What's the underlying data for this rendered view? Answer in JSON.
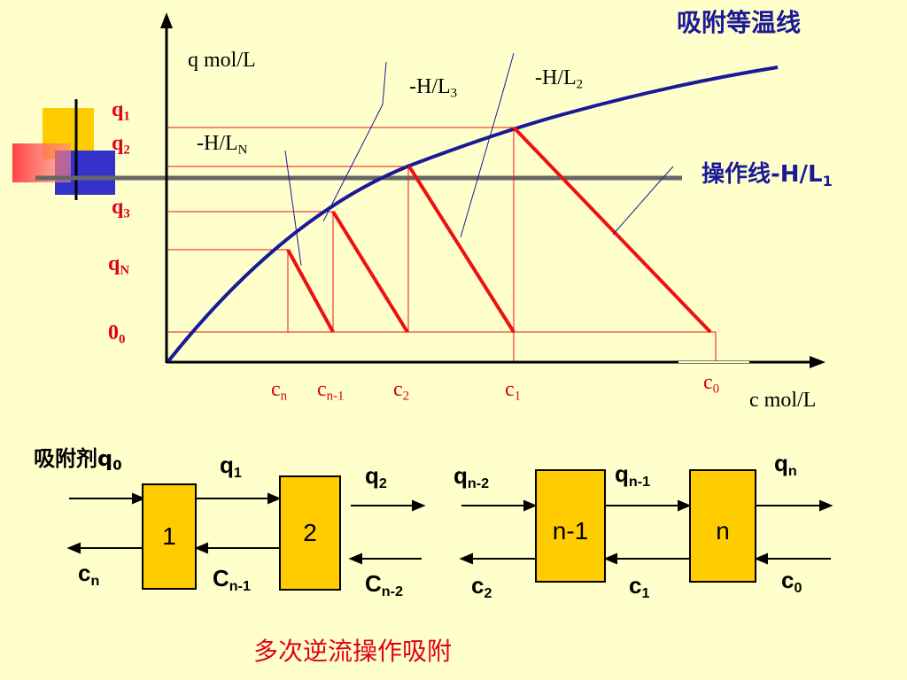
{
  "graph": {
    "title": "吸附等温线",
    "y_axis_label": "q mol/L",
    "x_axis_label": "c mol/L",
    "operating_line_label": {
      "main": "操作线-H/L",
      "sub": "1"
    },
    "slope_labels": [
      {
        "id": "l3",
        "main": "-H/L",
        "sub": "3"
      },
      {
        "id": "l2",
        "main": "-H/L",
        "sub": "2"
      },
      {
        "id": "ln",
        "main": "-H/L",
        "sub": "N"
      }
    ],
    "y_ticks": [
      {
        "id": "q1",
        "main": "q",
        "sub": "1"
      },
      {
        "id": "q2",
        "main": "q",
        "sub": "2"
      },
      {
        "id": "q3",
        "main": "q",
        "sub": "3"
      },
      {
        "id": "qN",
        "main": "q",
        "sub": "N"
      },
      {
        "id": "q0",
        "main": "0",
        "sub": "0"
      }
    ],
    "x_ticks": [
      {
        "id": "cn",
        "main": "c",
        "sub": "n"
      },
      {
        "id": "cn1",
        "main": "c",
        "sub": "n-1"
      },
      {
        "id": "c2",
        "main": "c",
        "sub": "2"
      },
      {
        "id": "c1",
        "main": "c",
        "sub": "1"
      },
      {
        "id": "c0",
        "main": "c",
        "sub": "0"
      }
    ],
    "colors": {
      "curve": "#1A1A99",
      "operating": "#EE1111",
      "guide": "#EE1111",
      "leader": "#1A1A99",
      "axis": "#000000"
    }
  },
  "flow": {
    "adsorbent_label": {
      "prefix": "吸附剂",
      "main": "q",
      "sub": "0"
    },
    "boxes": [
      {
        "id": "b1",
        "label": "1"
      },
      {
        "id": "b2",
        "label": "2"
      },
      {
        "id": "bn1",
        "label": "n-1"
      },
      {
        "id": "bn",
        "label": "n"
      }
    ],
    "stream_labels": [
      {
        "id": "cn",
        "main": "c",
        "sub": "n"
      },
      {
        "id": "q1",
        "main": "q",
        "sub": "1"
      },
      {
        "id": "Cn1",
        "main": "C",
        "sub": "n-1"
      },
      {
        "id": "q2",
        "main": "q",
        "sub": "2"
      },
      {
        "id": "Cn2",
        "main": "C",
        "sub": "n-2"
      },
      {
        "id": "qn2",
        "main": "q",
        "sub": "n-2"
      },
      {
        "id": "c2",
        "main": "c",
        "sub": "2"
      },
      {
        "id": "qn1",
        "main": "q",
        "sub": "n-1"
      },
      {
        "id": "c1",
        "main": "c",
        "sub": "1"
      },
      {
        "id": "qn",
        "main": "q",
        "sub": "n"
      },
      {
        "id": "c0",
        "main": "c",
        "sub": "0"
      }
    ],
    "caption": "多次逆流操作吸附"
  }
}
